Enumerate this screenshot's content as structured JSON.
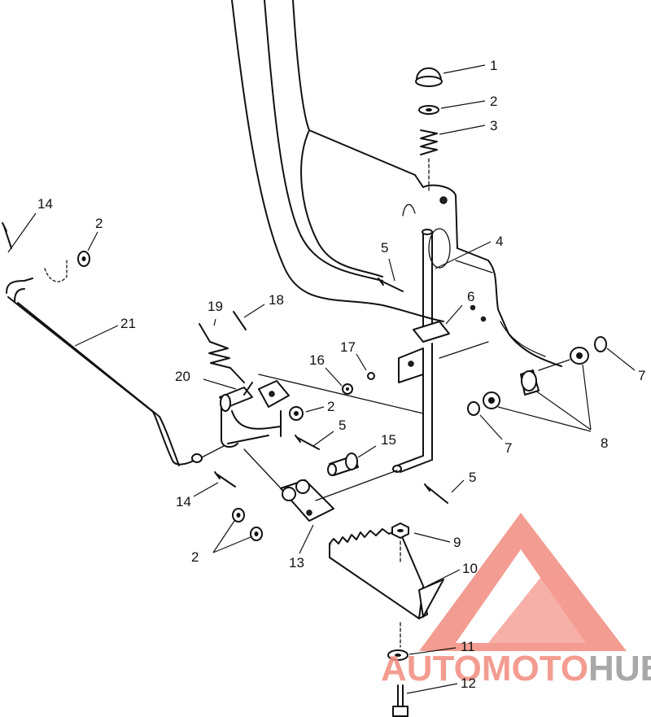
{
  "callouts": [
    "1",
    "2",
    "3",
    "4",
    "5",
    "6",
    "7",
    "8",
    "9",
    "10",
    "11",
    "12",
    "13",
    "14",
    "15",
    "16",
    "17",
    "18",
    "19",
    "20",
    "21"
  ],
  "watermark": {
    "part1": "AUTO",
    "part2": "MOTO",
    "part3": "HUB",
    "color_primary": "#f28b7e",
    "color_secondary": "#9a9a9a"
  }
}
